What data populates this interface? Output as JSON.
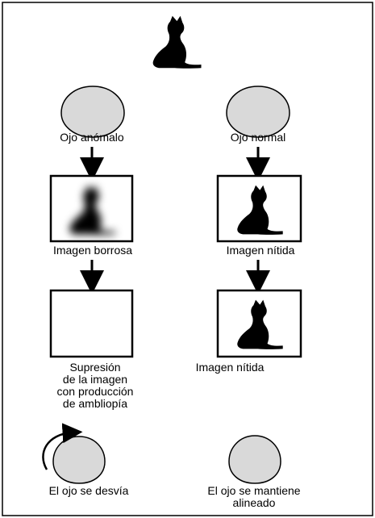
{
  "diagram": {
    "colors": {
      "eye_fill": "#d9d9d9",
      "ink": "#000000",
      "background": "#ffffff"
    },
    "left_column": {
      "eye_label": "Ojo anómalo",
      "image1_label": "Imagen borrosa",
      "image2_label": "Supresión\nde la imagen\ncon producción\nde ambliopía",
      "bottom_label": "El ojo se desvía"
    },
    "right_column": {
      "eye_label": "Ojo normal",
      "image1_label": "Imagen nítida",
      "image2_label": "Imagen nítida",
      "bottom_label": "El ojo se mantiene\nalineado"
    }
  }
}
